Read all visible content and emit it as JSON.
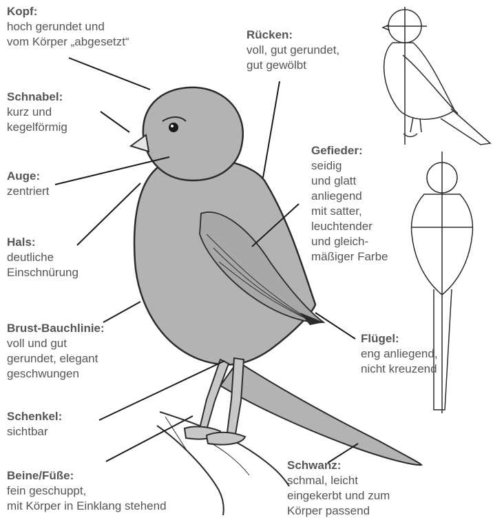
{
  "labels": {
    "kopf": {
      "title": "Kopf:",
      "lines": [
        "hoch gerundet und",
        "vom Körper „abgesetzt“"
      ]
    },
    "schnabel": {
      "title": "Schnabel:",
      "lines": [
        "kurz und",
        "kegelförmig"
      ]
    },
    "auge": {
      "title": "Auge:",
      "lines": [
        "zentriert"
      ]
    },
    "hals": {
      "title": "Hals:",
      "lines": [
        "deutliche",
        "Einschnürung"
      ]
    },
    "brust": {
      "title": "Brust-Bauchlinie:",
      "lines": [
        "voll und gut",
        "gerundet, elegant",
        "geschwungen"
      ]
    },
    "schenkel": {
      "title": "Schenkel:",
      "lines": [
        "sichtbar"
      ]
    },
    "beine": {
      "title": "Beine/Füße:",
      "lines": [
        "fein geschuppt,",
        "mit  Körper in Einklang stehend"
      ]
    },
    "ruecken": {
      "title": "Rücken:",
      "lines": [
        "voll, gut gerundet,",
        "gut gewölbt"
      ]
    },
    "gefieder": {
      "title": "Gefieder:",
      "lines": [
        "seidig",
        "und glatt",
        "anliegend",
        "mit satter,",
        "leuchtender",
        "und gleich-",
        "mäßiger Farbe"
      ]
    },
    "fluegel": {
      "title": "Flügel:",
      "lines": [
        "eng anliegend,",
        "nicht kreuzend"
      ]
    },
    "schwanz": {
      "title": "Schwanz:",
      "lines": [
        "schmal, leicht",
        "eingekerbt und zum",
        "Körper passend"
      ]
    }
  },
  "colors": {
    "bird_fill": "#b3b3b3",
    "outline": "#2b2b2b",
    "pointer": "#1a1a1a",
    "text": "#555555"
  }
}
